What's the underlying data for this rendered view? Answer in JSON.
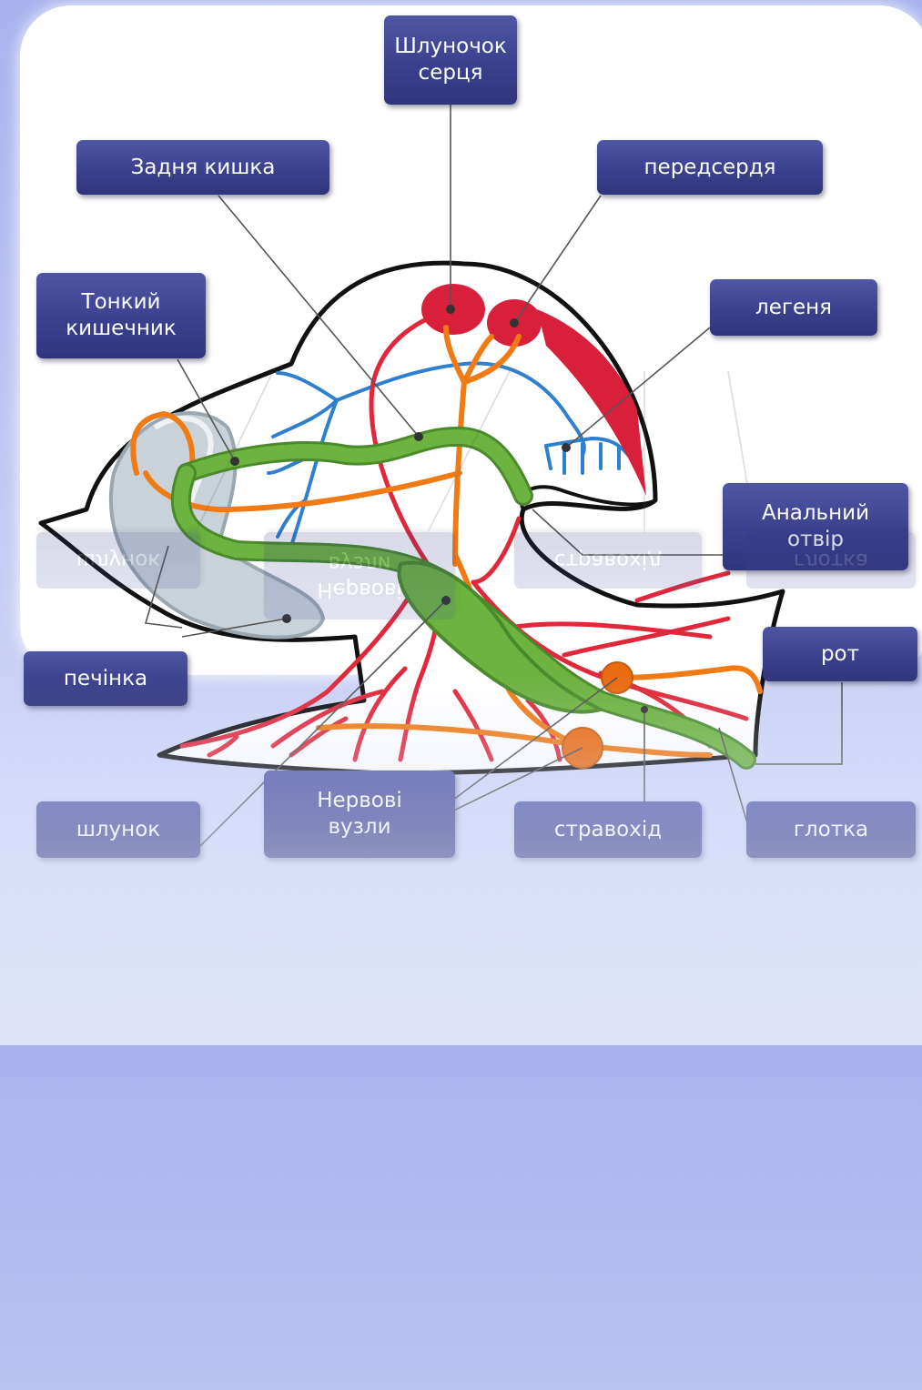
{
  "labels": {
    "ventricle": "Шлуночок\nсерця",
    "rectum": "Задня кишка",
    "atrium": "передсердя",
    "small_intestine": "Тонкий\nкишечник",
    "lung": "легеня",
    "anus": "Анальний\nотвір",
    "mouth": "рот",
    "liver": "печінка",
    "stomach": "шлунок",
    "ganglia": "Нервові\nвузли",
    "esophagus": "стравохід",
    "pharynx": "глотка"
  },
  "colors": {
    "circulatory": "#e0283a",
    "heart": "#d8203a",
    "respiratory": "#2f7fd0",
    "nervous": "#f07a14",
    "digestive": "#6cb33f",
    "liver": "#b8c4cc",
    "label_bg": "#3a3f8c"
  }
}
